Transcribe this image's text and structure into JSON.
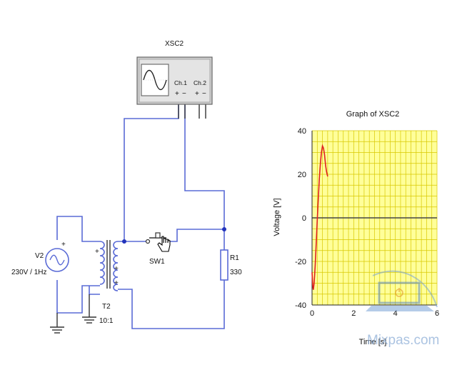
{
  "circuit": {
    "scope_name": "XSC2",
    "scope_ch1": "Ch.1",
    "scope_ch2": "Ch.2",
    "plus": "+",
    "minus": "−",
    "source_name": "V2",
    "source_value": "230V / 1Hz",
    "transformer_name": "T2",
    "transformer_ratio": "10:1",
    "switch_name": "SW1",
    "resistor_name": "R1",
    "resistor_value": "330"
  },
  "chart_data": {
    "type": "line",
    "title": "Graph of XSC2",
    "xlabel": "Time [s]",
    "ylabel": "Voltage [V]",
    "xlim": [
      0,
      6
    ],
    "ylim": [
      -40,
      40
    ],
    "xticks": [
      "0",
      "2",
      "4",
      "6"
    ],
    "yticks": [
      "40",
      "20",
      "0",
      "-20",
      "-40"
    ],
    "grid": true,
    "series": [
      {
        "color": "#e02020",
        "x": [
          0,
          0.03,
          0.06,
          0.1,
          0.15,
          0.2,
          0.25,
          0.3,
          0.35,
          0.4,
          0.45,
          0.5,
          0.55,
          0.6,
          0.65,
          0.7,
          0.75
        ],
        "y": [
          -25,
          -31,
          -33,
          -30,
          -22,
          -12,
          -1,
          9,
          18,
          25,
          30,
          33,
          32,
          29,
          24,
          21,
          19
        ]
      }
    ]
  },
  "watermark": {
    "text": "Mixpas.com"
  },
  "colors": {
    "wire": "#5a6bd6",
    "grid_bg": "#ffff99",
    "grid_line": "#d8c800",
    "trace": "#e02020"
  }
}
